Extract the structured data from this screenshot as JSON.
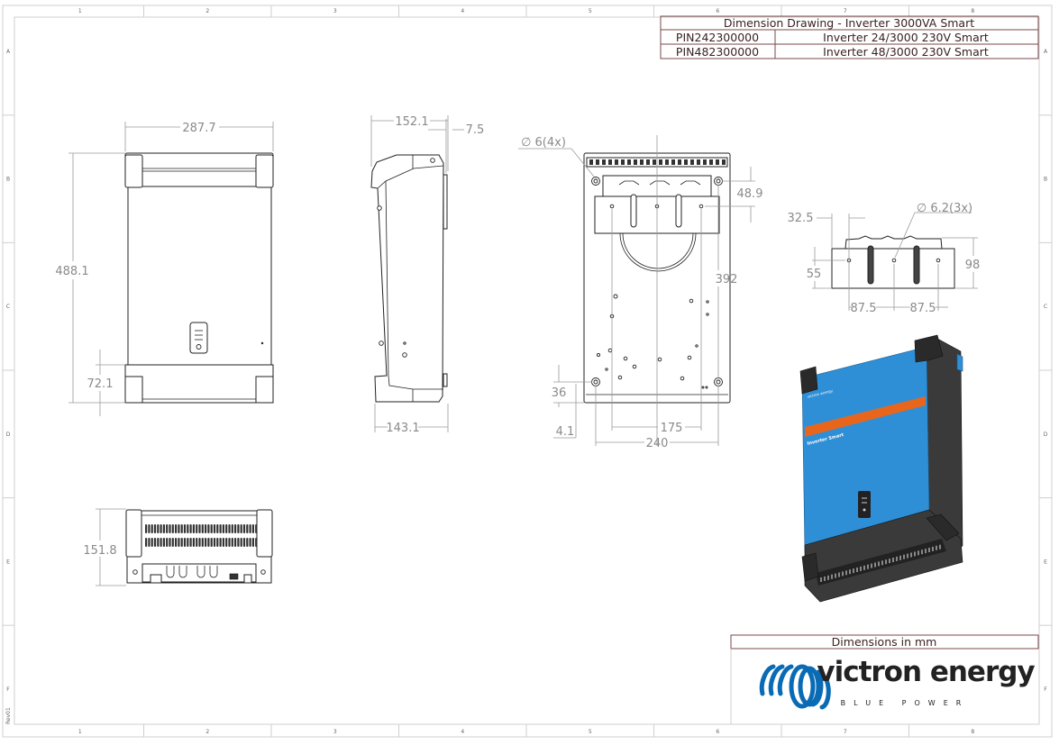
{
  "title_block": {
    "title": "Dimension Drawing - Inverter 3000VA Smart",
    "rows": [
      {
        "pin": "PIN242300000",
        "description": "Inverter 24/3000 230V Smart"
      },
      {
        "pin": "PIN482300000",
        "description": "Inverter 48/3000 230V Smart"
      }
    ]
  },
  "units_note": "Dimensions in mm",
  "logo": {
    "name": "victron energy",
    "tagline": "BLUE POWER",
    "color": "#0a6bb5"
  },
  "revision": "Rev01",
  "zones": {
    "columns": [
      "1",
      "2",
      "3",
      "4",
      "5",
      "6",
      "7",
      "8"
    ],
    "rows": [
      "A",
      "B",
      "C",
      "D",
      "E",
      "F"
    ]
  },
  "views": {
    "front": {
      "width": "287.7",
      "height": "488.1",
      "bottom_band": "72.1"
    },
    "side": {
      "depth_top": "152.1",
      "offset": "7.5",
      "depth_bottom": "143.1"
    },
    "back": {
      "holes": "∅ 6(4x)",
      "top_hole_offset": "48.9",
      "hole_spacing_vertical": "392",
      "bottom_hole_offset": "36",
      "bottom_edge": "4.1",
      "bracket_hole_spacing": "175",
      "hole_spacing_horizontal": "240"
    },
    "bracket": {
      "edge_offset": "32.5",
      "holes": "∅ 6.2(3x)",
      "hole_height": "55",
      "height": "98",
      "spacing_left": "87.5",
      "spacing_right": "87.5"
    },
    "bottom": {
      "depth": "151.8"
    }
  },
  "colors": {
    "product_blue": "#2f8fd6",
    "stripe_orange": "#e8661c",
    "housing_dark": "#3a3a3a",
    "title_block_line": "#7b4a4a"
  }
}
